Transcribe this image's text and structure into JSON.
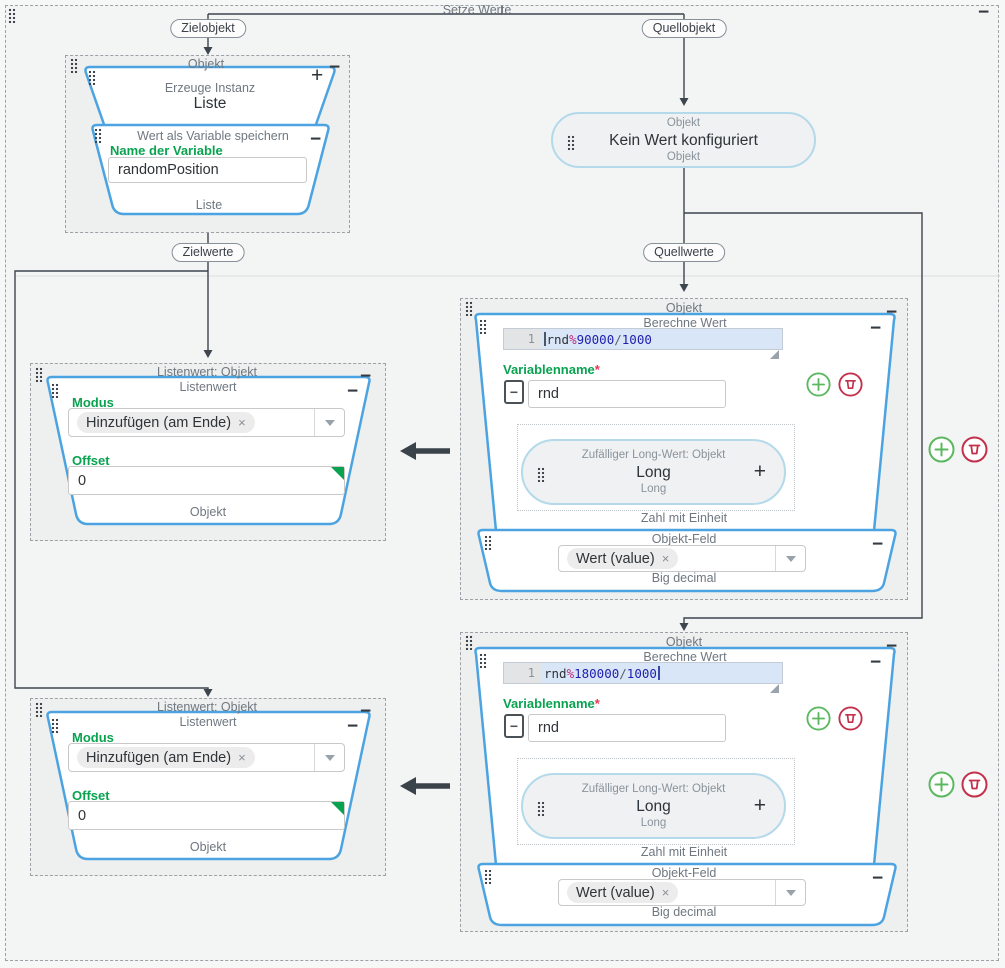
{
  "window": {
    "title": "Setze Werte"
  },
  "glyphs": {
    "plus": "+",
    "minus": "−",
    "remove": "×"
  },
  "connector_labels": {
    "ziel_objekt": "Zielobjekt",
    "quell_objekt": "Quellobjekt",
    "ziel_werte": "Zielwerte",
    "quell_werte": "Quellwerte"
  },
  "object_block": {
    "container_title": "Objekt",
    "create": {
      "label": "Erzeuge Instanz",
      "value": "Liste"
    },
    "save_var": {
      "title": "Wert als Variable speichern",
      "label": "Name der Variable",
      "value": "randomPosition",
      "footer": "Liste"
    }
  },
  "source_object": {
    "type_label": "Objekt",
    "message": "Kein Wert konfiguriert",
    "footer": "Objekt"
  },
  "list_blocks": [
    {
      "container_title": "Listenwert: Objekt",
      "title": "Listenwert",
      "modus": {
        "label": "Modus",
        "chip": "Hinzufügen (am Ende)"
      },
      "offset": {
        "label": "Offset",
        "value": "0"
      },
      "footer": "Objekt"
    },
    {
      "container_title": "Listenwert: Objekt",
      "title": "Listenwert",
      "modus": {
        "label": "Modus",
        "chip": "Hinzufügen (am Ende)"
      },
      "offset": {
        "label": "Offset",
        "value": "0"
      },
      "footer": "Objekt"
    }
  ],
  "calc_blocks": [
    {
      "container_title": "Objekt",
      "title": "Berechne Wert",
      "code": {
        "line_no": "1",
        "t_var": "rnd",
        "t_op": "%",
        "t_num1": "90000",
        "t_slash": "/",
        "t_num2": "1000"
      },
      "variable": {
        "label": "Variablenname",
        "required": "*",
        "value": "rnd"
      },
      "random_pill": {
        "label": "Zufälliger Long-Wert: Objekt",
        "value": "Long",
        "type": "Long"
      },
      "unit_footer": "Zahl mit Einheit",
      "field": {
        "title": "Objekt-Feld",
        "chip": "Wert (value)",
        "footer": "Big decimal"
      }
    },
    {
      "container_title": "Objekt",
      "title": "Berechne Wert",
      "code": {
        "line_no": "1",
        "t_var": "rnd",
        "t_op": "%",
        "t_num1": "180000",
        "t_slash": "/",
        "t_num2": "1000"
      },
      "variable": {
        "label": "Variablenname",
        "required": "*",
        "value": "rnd"
      },
      "random_pill": {
        "label": "Zufälliger Long-Wert: Objekt",
        "value": "Long",
        "type": "Long"
      },
      "unit_footer": "Zahl mit Einheit",
      "field": {
        "title": "Objekt-Feld",
        "chip": "Wert (value)",
        "footer": "Big decimal"
      }
    }
  ],
  "colors": {
    "accent_blue": "#4ba4e1",
    "label_green": "#09a350",
    "required_red": "#e5384f",
    "add_green": "#5bb85f",
    "delete_red": "#c4304a",
    "connector": "#3d454e",
    "code_number": "#1f1fae",
    "code_operator": "#c0267e"
  }
}
